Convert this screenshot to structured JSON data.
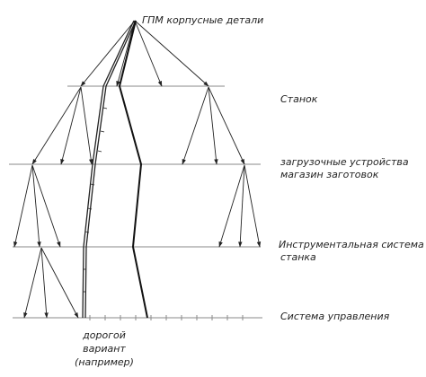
{
  "diagram": {
    "root": "ГПМ корпусные детали",
    "levels": [
      "Станок",
      "загрузочные устройства",
      "магазин заготовок",
      "Инструментальная система",
      "станка",
      "Система управления"
    ],
    "note": [
      "дорогой",
      "вариант",
      "(например)"
    ],
    "colors": {
      "line": "#222222",
      "level_line": "#8a8a8a",
      "text": "#222222"
    }
  }
}
